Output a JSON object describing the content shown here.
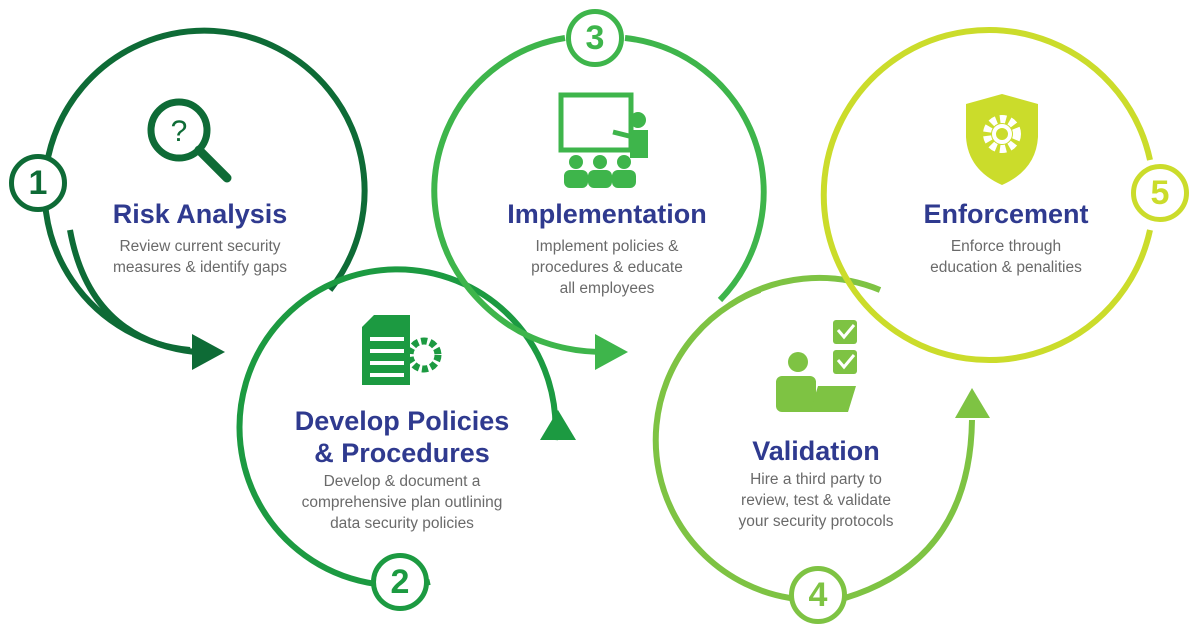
{
  "colors": {
    "step1": "#0e6b36",
    "step2": "#1c9a41",
    "step3": "#3eb54b",
    "step4": "#7ec343",
    "step5": "#cbdc2b",
    "title": "#2f3a8f",
    "text": "#6a6a6a"
  },
  "steps": [
    {
      "number": "1",
      "title": "Risk Analysis",
      "desc_lines": [
        "Review current security",
        "measures & identify gaps"
      ],
      "icon": "magnifier-question-icon"
    },
    {
      "number": "2",
      "title_lines": [
        "Develop Policies",
        "& Procedures"
      ],
      "desc_lines": [
        "Develop & document a",
        "comprehensive plan outlining",
        "data security policies"
      ],
      "icon": "document-gear-icon"
    },
    {
      "number": "3",
      "title": "Implementation",
      "desc_lines": [
        "Implement policies &",
        "procedures & educate",
        "all employees"
      ],
      "icon": "presentation-audience-icon"
    },
    {
      "number": "4",
      "title": "Validation",
      "desc_lines": [
        "Hire a third party to",
        "review, test & validate",
        "your security protocols"
      ],
      "icon": "person-checklist-icon"
    },
    {
      "number": "5",
      "title": "Enforcement",
      "desc_lines": [
        "Enforce through",
        "education & penalities"
      ],
      "icon": "shield-gear-icon"
    }
  ]
}
